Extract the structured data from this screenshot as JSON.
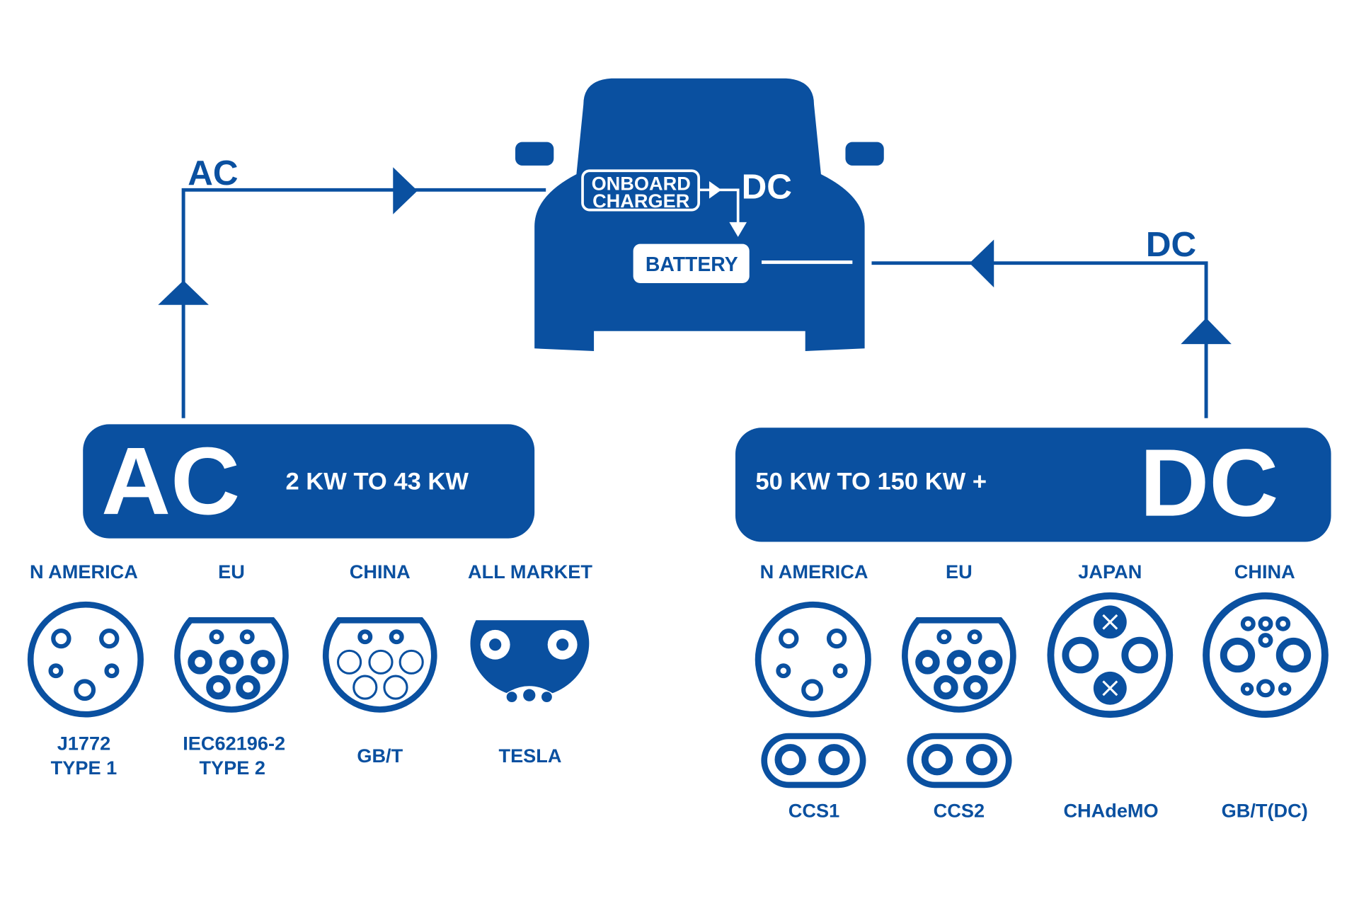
{
  "colors": {
    "brand_blue": "#0a50a0",
    "background": "#ffffff"
  },
  "flow": {
    "ac_label": "AC",
    "dc_label": "DC",
    "car": {
      "onboard_line1": "ONBOARD",
      "onboard_line2": "CHARGER",
      "dc_label": "DC",
      "battery_label": "BATTERY"
    }
  },
  "ac_panel": {
    "title": "AC",
    "power_range": "2 KW TO 43 KW",
    "connectors": [
      {
        "region": "N AMERICA",
        "name_line1": "J1772",
        "name_line2": "TYPE 1"
      },
      {
        "region": "EU",
        "name_line1": "IEC62196-2",
        "name_line2": "TYPE 2"
      },
      {
        "region": "CHINA",
        "name_line1": "GB/T"
      },
      {
        "region": "ALL MARKET",
        "name_line1": "TESLA"
      }
    ]
  },
  "dc_panel": {
    "title": "DC",
    "power_range": "50 KW TO 150 KW +",
    "connectors": [
      {
        "region": "N AMERICA",
        "name": "CCS1"
      },
      {
        "region": "EU",
        "name": "CCS2"
      },
      {
        "region": "JAPAN",
        "name": "CHAdeMO"
      },
      {
        "region": "CHINA",
        "name": "GB/T(DC)"
      }
    ]
  }
}
